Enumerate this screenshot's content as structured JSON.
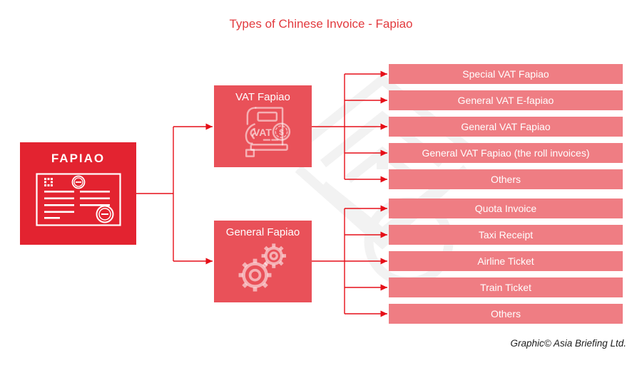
{
  "title": "Types of Chinese Invoice - Fapiao",
  "credit": "Graphic© Asia Briefing Ltd.",
  "colors": {
    "root_red": "#e32330",
    "branch_red": "#e95159",
    "bar_pink": "#ef7d83",
    "connector_red": "#e60f18",
    "title_red": "#e23a3e",
    "watermark_gray": "#f2f2f2",
    "text_white": "#ffffff",
    "credit_dark": "#1c1c1c"
  },
  "root": {
    "label": "FAPIAO",
    "icon": "invoice-icon"
  },
  "branches": [
    {
      "label": "VAT Fapiao",
      "icon": "vat-machine-icon",
      "children": [
        "Special VAT Fapiao",
        "General VAT E-fapiao",
        "General VAT Fapiao",
        "General VAT Fapiao (the roll invoices)",
        "Others"
      ]
    },
    {
      "label": "General Fapiao",
      "icon": "gears-icon",
      "children": [
        "Quota Invoice",
        "Taxi Receipt",
        "Airline Ticket",
        "Train Ticket",
        "Others"
      ]
    }
  ],
  "icons": {
    "vat_text": "VAT",
    "dollar_text": "$"
  }
}
